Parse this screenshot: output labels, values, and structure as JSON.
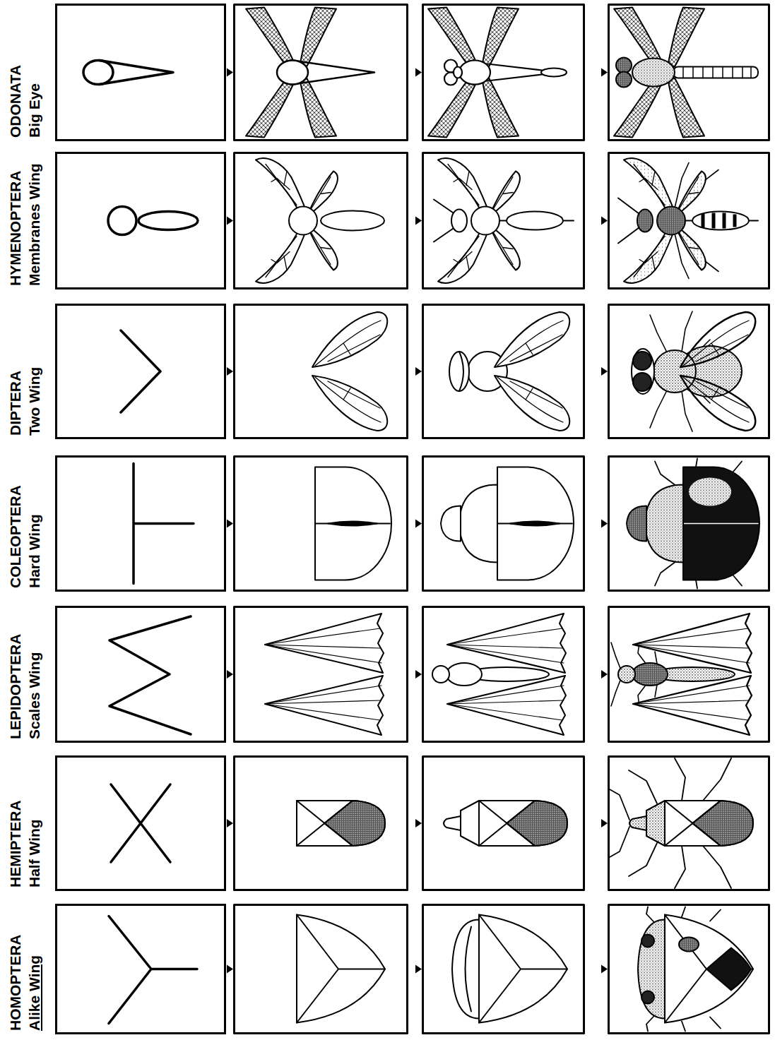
{
  "diagram": {
    "nodes": [
      {
        "text": [
          "HOMOPTERA",
          "Alike Wing"
        ]
      },
      {
        "text": [
          "HEMIPTERA",
          "Half Wing"
        ]
      },
      {
        "text": [
          "LEPIDOPTERA",
          "Scales Wing"
        ]
      },
      {
        "text": [
          "COLEOPTERA",
          "Hard Wing"
        ]
      },
      {
        "text": [
          "DIPTERA",
          "Two Wing"
        ]
      },
      {
        "text": [
          "HYMENOPTERA",
          "Membranes Wing"
        ]
      },
      {
        "text": [
          "ODONATA",
          "Big Eye"
        ]
      }
    ]
  }
}
